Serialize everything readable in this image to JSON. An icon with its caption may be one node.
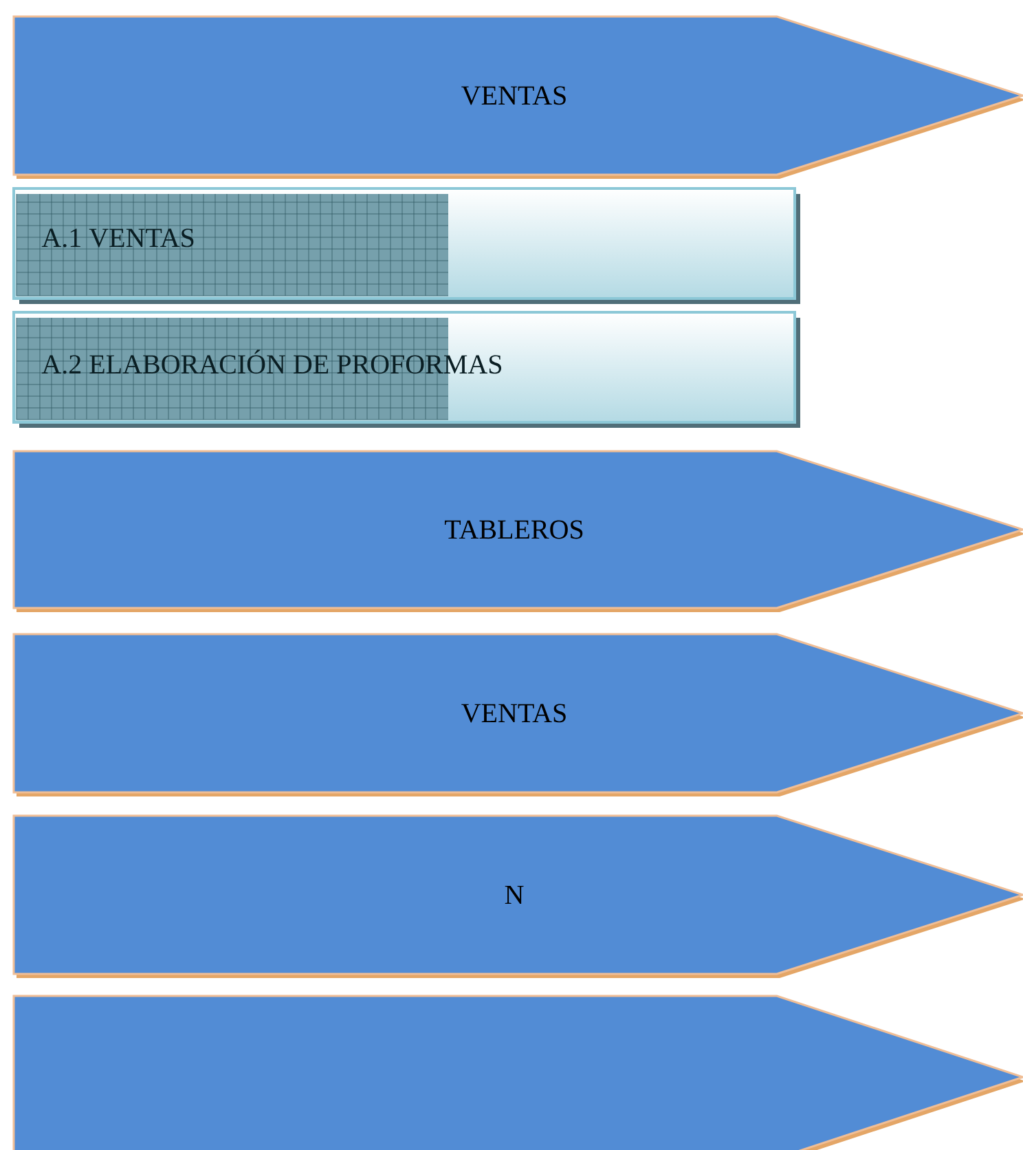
{
  "diagram": {
    "nodes": [
      {
        "text": [
          "VENTAS"
        ]
      },
      {
        "text": [
          "A.1 VENTAS"
        ]
      },
      {
        "text": [
          "A.2 ELABORACIÓN DE PROFORMAS"
        ]
      },
      {
        "text": [
          "TABLEROS"
        ]
      },
      {
        "text": [
          "VENTAS"
        ]
      },
      {
        "text": [
          "N"
        ]
      },
      {
        "text": [],
        "shape": "arrow"
      }
    ]
  }
}
